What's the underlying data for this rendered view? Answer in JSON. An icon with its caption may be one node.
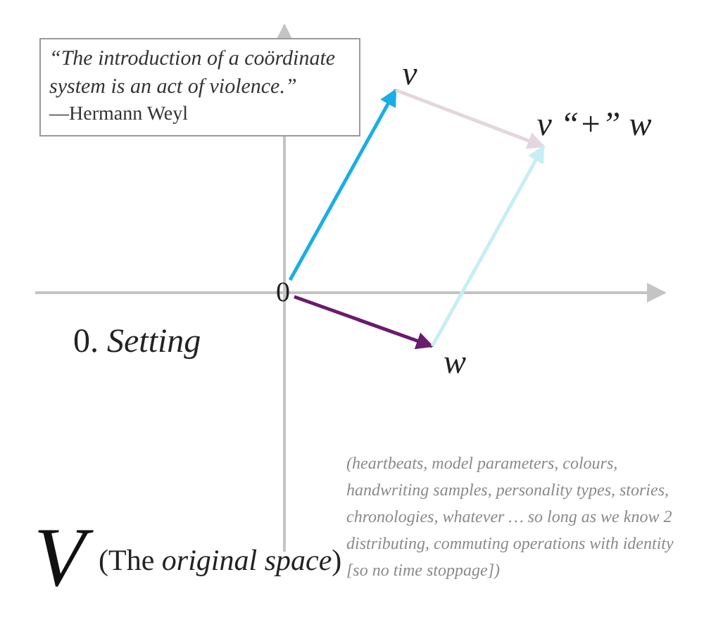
{
  "diagram": {
    "nodes": [
      {
        "text": [
          "“The introduction of a coördinate system is an act of violence.”",
          "—Hermann Weyl"
        ]
      },
      {
        "text": [
          "0"
        ]
      },
      {
        "text": [
          "v"
        ]
      },
      {
        "text": [
          "v “+” w"
        ]
      },
      {
        "text": [
          "w"
        ]
      }
    ],
    "edges": [
      {
        "from": 1,
        "to": 2,
        "arrow": "to",
        "color": "#1aaee6"
      },
      {
        "from": 1,
        "to": 4,
        "arrow": "to",
        "color": "#6a1b6e"
      },
      {
        "from": 2,
        "to": 3,
        "arrow": "to",
        "color": "#e4d6de"
      },
      {
        "from": 4,
        "to": 3,
        "arrow": "to",
        "color": "#c6eef4"
      }
    ],
    "labels": [
      "0. *Setting*",
      "V",
      "(The *original space*)",
      "(heartbeats, model parameters, colours, handwriting samples, personality types, stories, chronologies, whatever … so long as we know 2 distributing, commuting operations with identity [so no time stoppage])"
    ]
  }
}
